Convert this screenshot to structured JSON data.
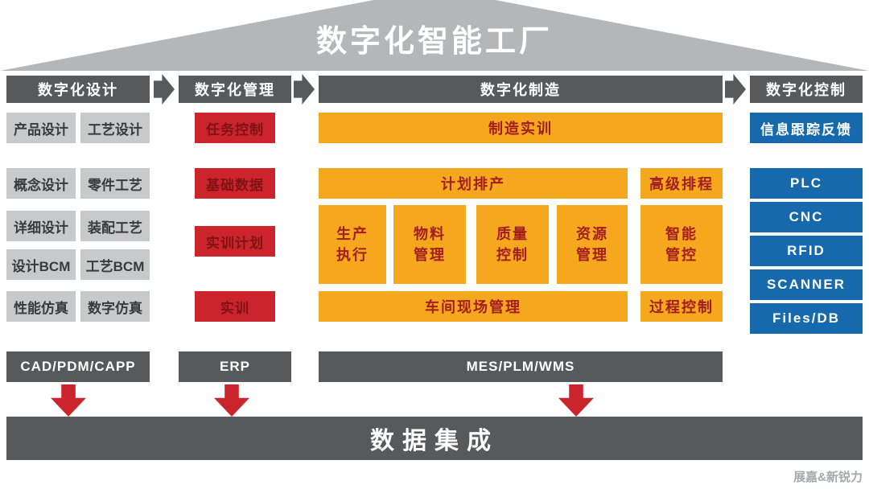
{
  "title": "数字化智能工厂",
  "design": {
    "header": "数字化设计",
    "cells": [
      "产品设计",
      "工艺设计",
      "概念设计",
      "零件工艺",
      "详细设计",
      "装配工艺",
      "设计BCM",
      "工艺BCM",
      "性能仿真",
      "数字仿真"
    ],
    "footer": "CAD/PDM/CAPP"
  },
  "management": {
    "header": "数字化管理",
    "cells": [
      "任务控制",
      "基础数据",
      "实训计划",
      "实训"
    ],
    "footer": "ERP"
  },
  "manufacturing": {
    "header": "数字化制造",
    "top": "制造实训",
    "plan": "计划排产",
    "advanced": "高级排程",
    "middle": [
      "生产\n执行",
      "物料\n管理",
      "质量\n控制",
      "资源\n管理",
      "智能\n管控"
    ],
    "workshop": "车间现场管理",
    "process": "过程控制",
    "footer": "MES/PLM/WMS"
  },
  "control": {
    "header": "数字化控制",
    "cells": [
      "信息跟踪反馈",
      "PLC",
      "CNC",
      "RFID",
      "SCANNER",
      "Files/DB"
    ]
  },
  "integration": "数据集成",
  "watermark": "展嘉&新锐力",
  "colors": {
    "dark": "#58595b",
    "roof": "#b5b6b8",
    "gray": "#c8c9cb",
    "grayText": "#3a3a3c",
    "red": "#cb242c",
    "redText": "#7e1316",
    "orange": "#f5a71e",
    "orangeText": "#a21e1f",
    "blue": "#1569ac",
    "watermarkColor": "#a6a7a9"
  }
}
